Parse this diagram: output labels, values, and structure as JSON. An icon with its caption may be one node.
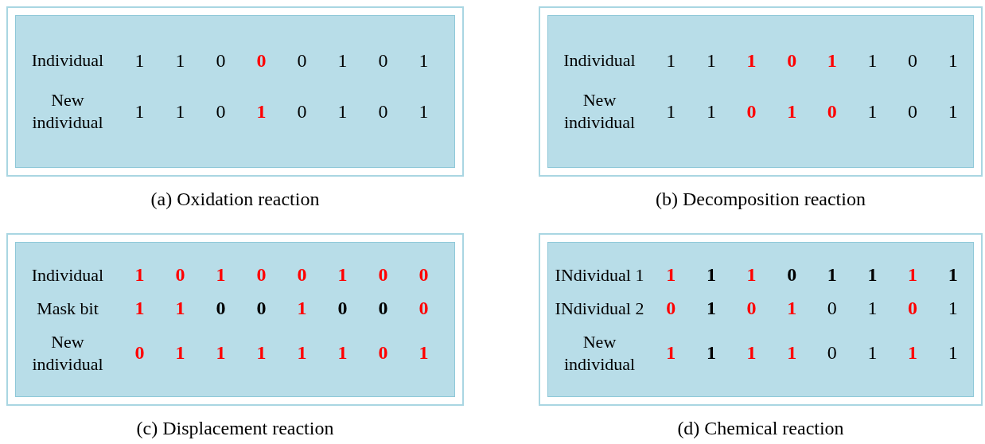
{
  "diagram": {
    "nodes": [
      {
        "text": [
          "Individual",
          "1",
          "1",
          "0",
          "0",
          "0",
          "1",
          "0",
          "1",
          "New individual",
          "1",
          "1",
          "0",
          "1",
          "0",
          "1",
          "0",
          "1"
        ],
        "beside": [
          "(a) Oxidation reaction"
        ]
      },
      {
        "text": [
          "Individual",
          "1",
          "1",
          "1",
          "0",
          "1",
          "1",
          "0",
          "1",
          "New individual",
          "1",
          "1",
          "0",
          "1",
          "0",
          "1",
          "0",
          "1"
        ],
        "beside": [
          "(b) Decomposition reaction"
        ]
      },
      {
        "text": [
          "Individual",
          "1",
          "0",
          "1",
          "0",
          "0",
          "1",
          "0",
          "0",
          "Mask bit",
          "1",
          "1",
          "0",
          "0",
          "1",
          "0",
          "0",
          "0",
          "New individual",
          "0",
          "1",
          "1",
          "1",
          "1",
          "1",
          "0",
          "1"
        ],
        "beside": [
          "(c) Displacement reaction"
        ]
      },
      {
        "text": [
          "INdividual 1",
          "1",
          "1",
          "1",
          "0",
          "1",
          "1",
          "1",
          "1",
          "INdividual 2",
          "0",
          "1",
          "0",
          "1",
          "0",
          "1",
          "0",
          "1",
          "New individual",
          "1",
          "1",
          "1",
          "1",
          "0",
          "1",
          "1",
          "1"
        ],
        "beside": [
          "(d) Chemical reaction"
        ]
      }
    ]
  }
}
